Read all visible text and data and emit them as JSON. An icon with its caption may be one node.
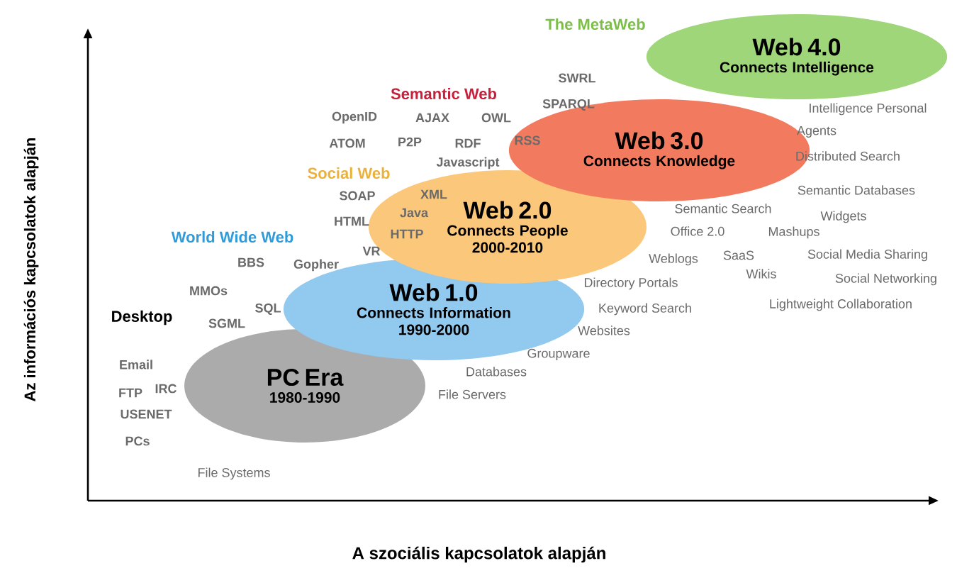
{
  "diagram": {
    "nodes": [
      {
        "text": [
          "Web 4.0",
          "Connects Intelligence"
        ]
      },
      {
        "text": [
          "Web 3.0",
          "Connects Knowledge"
        ]
      },
      {
        "text": [
          "Web 2.0",
          "Connects People 2000-2010"
        ]
      },
      {
        "text": [
          "Web 1.0",
          "Connects Information 1990-2000"
        ]
      },
      {
        "text": [
          "PC Era",
          "1980-1990"
        ]
      }
    ],
    "labels": [
      "The MetaWeb",
      "Semantic Web",
      "SWRL",
      "SPARQL",
      "OpenID",
      "AJAX",
      "OWL",
      "ATOM",
      "P2P",
      "RDF",
      "RSS",
      "Intelligence Personal",
      "Agents",
      "Social Web",
      "Javascript",
      "SOAP",
      "XML",
      "Distributed Search",
      "HTML",
      "Java",
      "Semantic Databases",
      "World Wide Web",
      "HTTP",
      "VR",
      "Semantic Search",
      "Widgets",
      "BBS",
      "Gopher",
      "Office 2.0",
      "Mashups",
      "MMOs",
      "Weblogs",
      "SaaS",
      "Social Media Sharing",
      "SQL",
      "Desktop",
      "SGML",
      "Directory Portals",
      "Wikis",
      "Social Networking",
      "Keyword Search",
      "Lightweight Collaboration",
      "Websites",
      "Email",
      "Groupware",
      "FTP",
      "IRC",
      "Databases",
      "File Servers",
      "USENET",
      "PCs",
      "File Systems",
      "Az információs kapcsolatok alapján",
      "A szociális kapcsolatok alapján"
    ]
  }
}
